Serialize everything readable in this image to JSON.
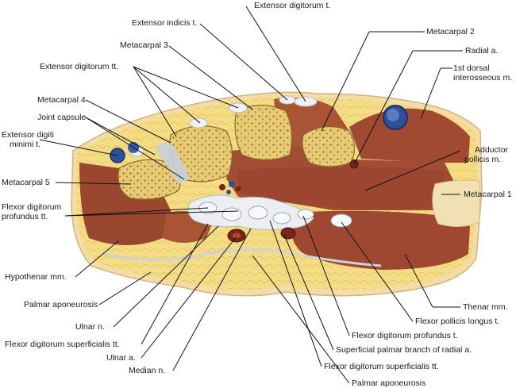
{
  "figure": {
    "title": "Cross section of the hand through the metacarpals",
    "labels": {
      "extensor_digitorum_t": "Extensor digitorum t.",
      "extensor_indicis_t": "Extensor indicis t.",
      "metacarpal_3": "Metacarpal 3",
      "extensor_digitorum_tt": "Extensor digitorum tt.",
      "metacarpal_4": "Metacarpal 4",
      "joint_capsule": "Joint capsule",
      "extensor_digiti_minimi_t_line1": "Extensor digiti",
      "extensor_digiti_minimi_t_line2": "minimi t.",
      "metacarpal_5": "Metacarpal 5",
      "fdp_tt_line1": "Flexor digitorum",
      "fdp_tt_line2": "profundus tt.",
      "hypothenar_mm": "Hypothenar mm.",
      "palmar_aponeurosis_left": "Palmar aponeurosis",
      "ulnar_n": "Ulnar n.",
      "fds_tt_left": "Flexor digitorum superficialis tt.",
      "ulnar_a": "Ulnar a.",
      "median_n": "Median n.",
      "palmar_aponeurosis_bottom": "Palmar aponeurosis",
      "metacarpal_2": "Metacarpal 2",
      "radial_a": "Radial a.",
      "first_dorsal_interosseous_line1": "1st dorsal",
      "first_dorsal_interosseous_line2": "interosseous m.",
      "adductor_pollicis_line1": "Adductor",
      "adductor_pollicis_line2": "pollicis m.",
      "metacarpal_1": "Metacarpal 1",
      "thenar_mm": "Thenar mm.",
      "flexor_pollicis_longus_t": "Flexor pollicis longus t.",
      "fdp_t": "Flexor digitorum profundus t.",
      "superficial_palmar_branch": "Superficial palmar branch of radial a.",
      "fds_tt_right": "Flexor digitorum superficialis tt."
    },
    "colors": {
      "skin": "#f2d6a8",
      "fat": "#f2dc86",
      "muscle": "#9c4a33",
      "muscle_light": "#b5623f",
      "bone": "#e6c770",
      "bone_spot": "#a37d2e",
      "tendon": "#e9ecef",
      "vein": "#2f4f9a",
      "artery": "#7a2418",
      "fascia": "#d9d9d9"
    }
  }
}
